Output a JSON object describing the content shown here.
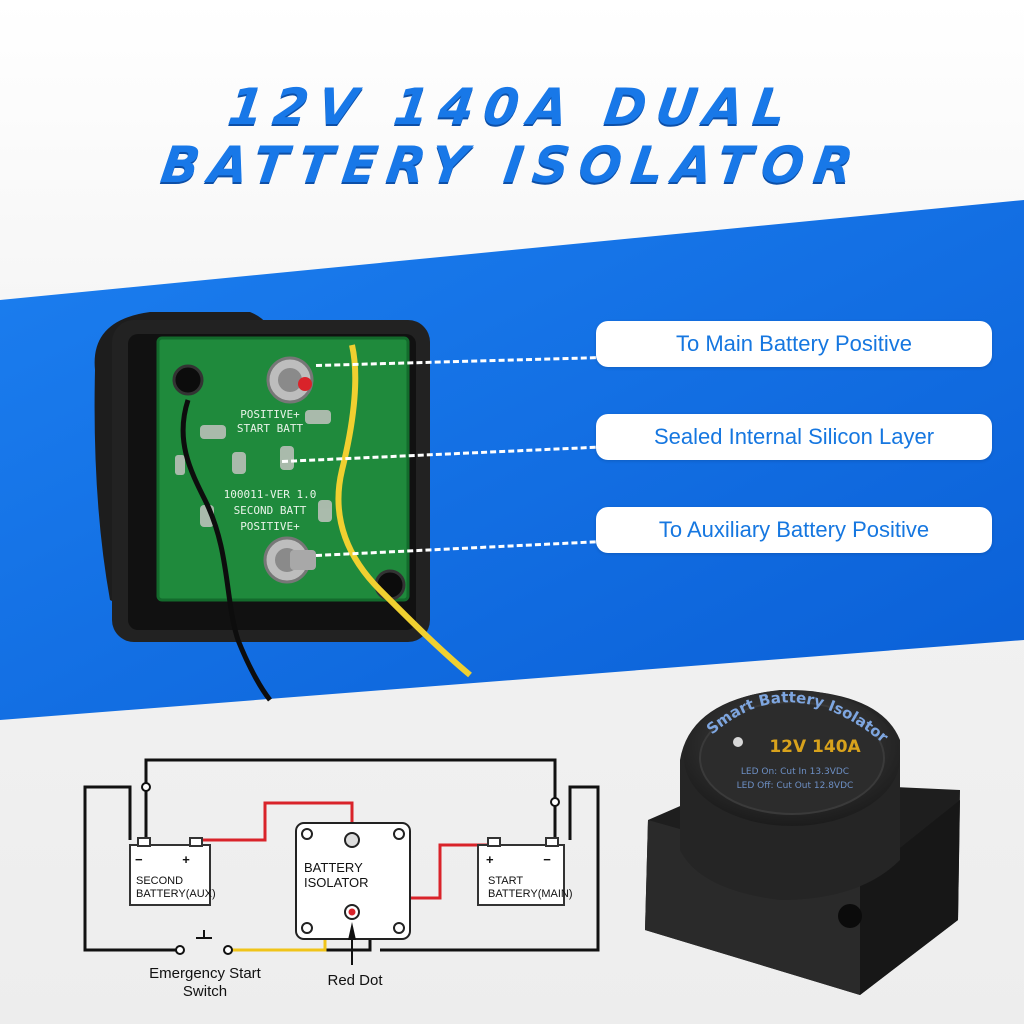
{
  "title": {
    "line1": "12V 140A DUAL",
    "line2": "BATTERY ISOLATOR"
  },
  "callouts": [
    "To Main Battery Positive",
    "Sealed Internal Silicon Layer",
    "To Auxiliary Battery Positive"
  ],
  "board_text": {
    "positive_start": "POSITIVE+",
    "start_batt": "START BATT",
    "version": "100011-VER 1.0",
    "second_batt": "SECOND BATT",
    "positive2": "POSITIVE+"
  },
  "diagram": {
    "second_battery": "SECOND\nBATTERY(AUX)",
    "second_battery_l1": "SECOND",
    "second_battery_l2": "BATTERY(AUX)",
    "isolator_l1": "BATTERY",
    "isolator_l2": "ISOLATOR",
    "start_battery_l1": "START",
    "start_battery_l2": "BATTERY(MAIN)",
    "minus": "−",
    "plus": "+",
    "switch_l1": "Emergency Start",
    "switch_l2": "Switch",
    "red_dot": "Red Dot"
  },
  "product": {
    "brand_arc": "Smart Battery Isolator",
    "rating": "12V 140A",
    "led_on": "LED On: Cut In 13.3VDC",
    "led_off": "LED Off: Cut Out 12.8VDC"
  },
  "colors": {
    "accent": "#1878e8",
    "band": "#0f6fe6",
    "wire_red": "#d9232a",
    "wire_yellow": "#f0c419"
  }
}
